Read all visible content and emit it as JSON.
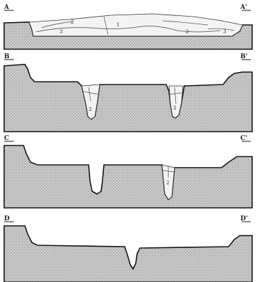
{
  "sections": [
    {
      "id": "A",
      "left_label": "A",
      "right_label": "A'",
      "units": [
        "1",
        "2",
        "3",
        "2",
        "3"
      ]
    },
    {
      "id": "B",
      "left_label": "B",
      "right_label": "B'",
      "units": [
        "2",
        "2"
      ]
    },
    {
      "id": "C",
      "left_label": "C",
      "right_label": "C'",
      "units": [
        "2"
      ]
    },
    {
      "id": "D",
      "left_label": "D",
      "right_label": "D'",
      "units": []
    }
  ]
}
